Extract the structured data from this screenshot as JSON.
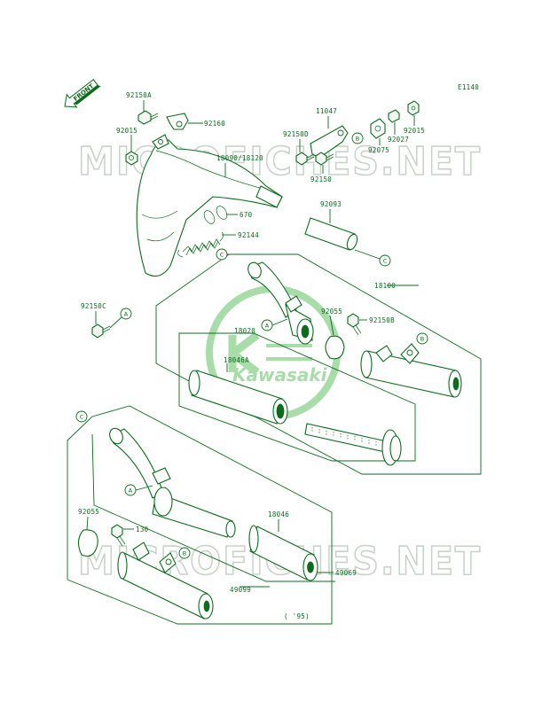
{
  "diagram_code": "E1140",
  "front_label": "FRONT",
  "watermark": "MICROFICHES.NET",
  "logo_text": "Kawasaki",
  "year_note": "( '95)",
  "circle_refs": {
    "a": "A",
    "b": "B",
    "c": "C"
  },
  "part_labels": {
    "p92150a": "92150A",
    "p92160": "92160",
    "p92015_left": "92015",
    "p18090": "18090/18120",
    "p11047": "11047",
    "p92150d": "92150D",
    "p92150": "92150",
    "p92075": "92075",
    "p92027": "92027",
    "p92015_right": "92015",
    "p670": "670",
    "p92093": "92093",
    "p92144": "92144",
    "p18100": "18100",
    "p92150c": "92150C",
    "p92055_top": "92055",
    "p92150b": "92150B",
    "p18020": "18020",
    "p18046a": "18046A",
    "p92055_bottom": "92055",
    "p130": "130",
    "p18046": "18046",
    "p49069": "49069",
    "p49099": "49099"
  }
}
